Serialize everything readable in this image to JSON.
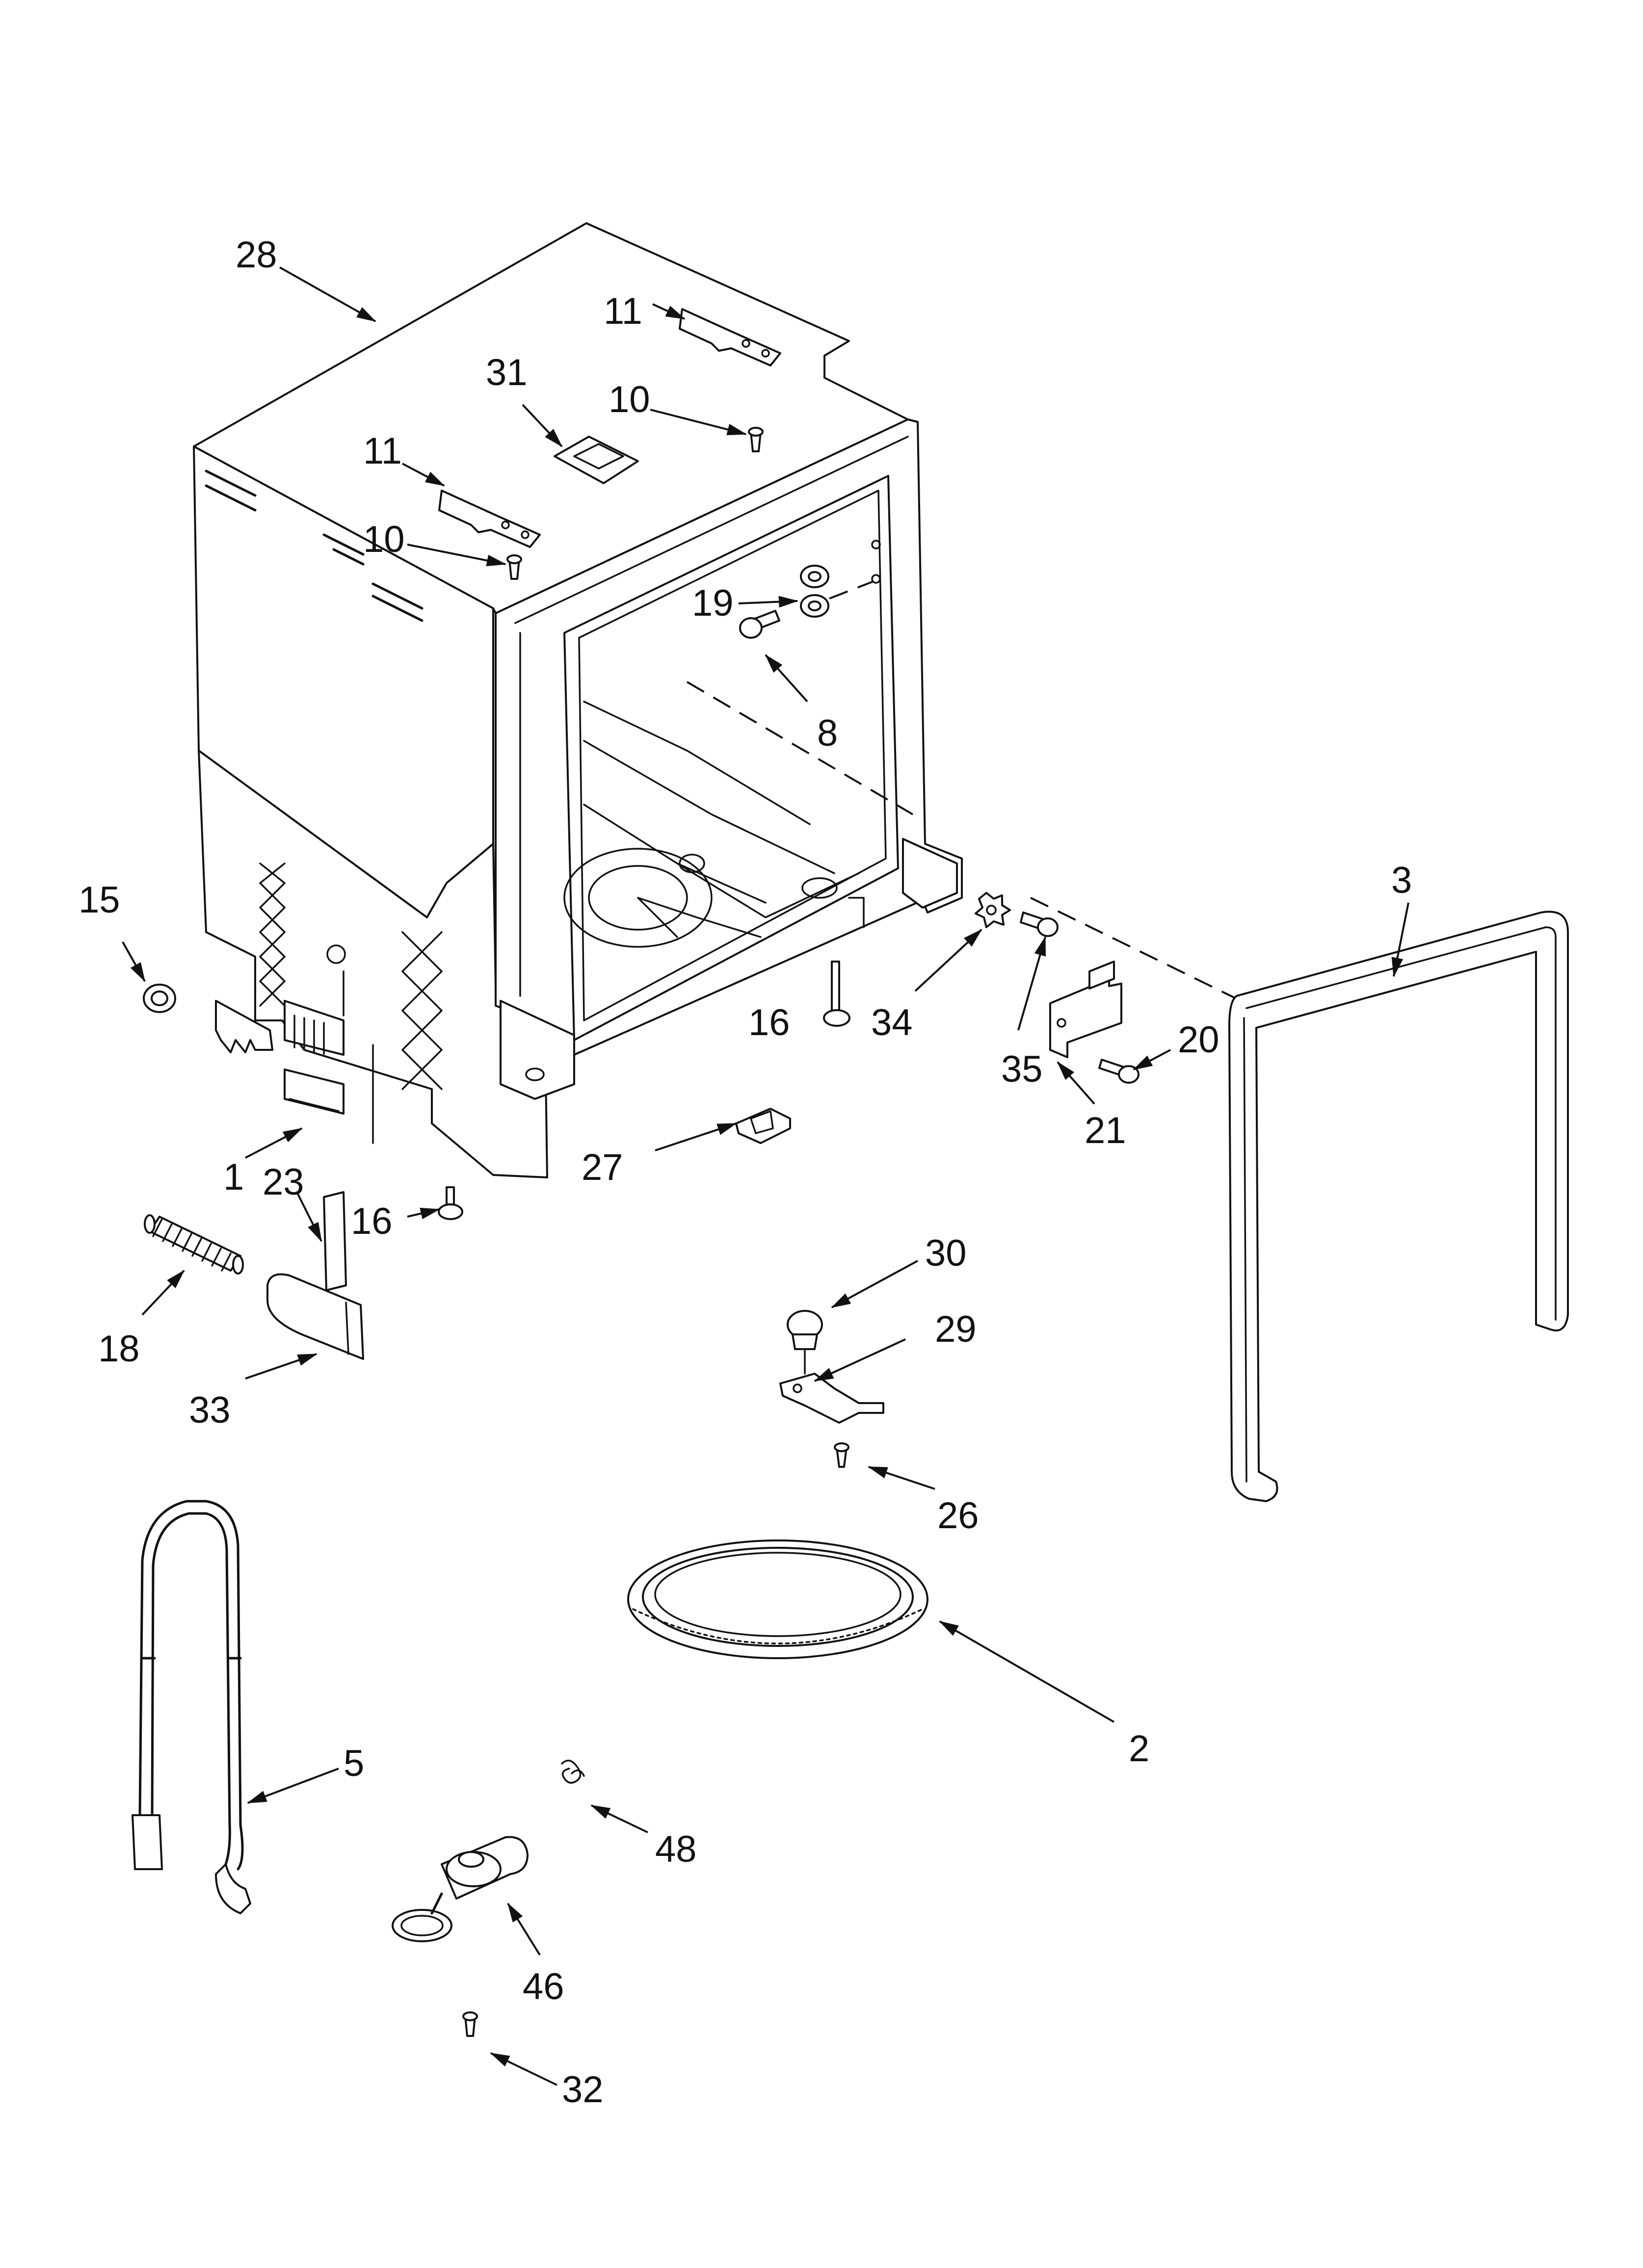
{
  "callouts": [
    {
      "id": "c28",
      "label": "28"
    },
    {
      "id": "c11a",
      "label": "11"
    },
    {
      "id": "c10a",
      "label": "10"
    },
    {
      "id": "c31",
      "label": "31"
    },
    {
      "id": "c11b",
      "label": "11"
    },
    {
      "id": "c10b",
      "label": "10"
    },
    {
      "id": "c19",
      "label": "19"
    },
    {
      "id": "c8",
      "label": "8"
    },
    {
      "id": "c15",
      "label": "15"
    },
    {
      "id": "c3",
      "label": "3"
    },
    {
      "id": "c16a",
      "label": "16"
    },
    {
      "id": "c34",
      "label": "34"
    },
    {
      "id": "c35",
      "label": "35"
    },
    {
      "id": "c20",
      "label": "20"
    },
    {
      "id": "c21",
      "label": "21"
    },
    {
      "id": "c27",
      "label": "27"
    },
    {
      "id": "c1",
      "label": "1"
    },
    {
      "id": "c23",
      "label": "23"
    },
    {
      "id": "c16b",
      "label": "16"
    },
    {
      "id": "c18",
      "label": "18"
    },
    {
      "id": "c33",
      "label": "33"
    },
    {
      "id": "c30",
      "label": "30"
    },
    {
      "id": "c29",
      "label": "29"
    },
    {
      "id": "c26",
      "label": "26"
    },
    {
      "id": "c2",
      "label": "2"
    },
    {
      "id": "c5",
      "label": "5"
    },
    {
      "id": "c48",
      "label": "48"
    },
    {
      "id": "c46",
      "label": "46"
    },
    {
      "id": "c32",
      "label": "32"
    }
  ]
}
